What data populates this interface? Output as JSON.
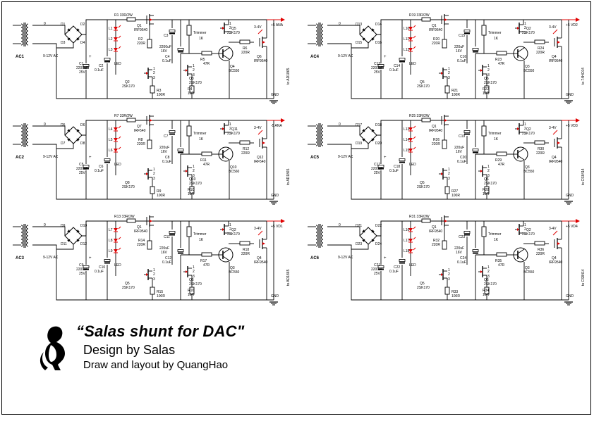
{
  "title": "“Salas shunt for DAC\"",
  "designer": "Design by Salas",
  "drawer": "Draw and layout by QuangHao",
  "blocks": [
    {
      "ac": "AC1",
      "d": [
        "D1",
        "D2",
        "D3",
        "D4"
      ],
      "c1": "C1",
      "c2": "C2",
      "r1": "R1 33R/2W",
      "q1": "Q1",
      "q1t": "IRF9540",
      "leds": [
        "L1",
        "L2",
        "L3"
      ],
      "r2": "R2",
      "c3": "C3",
      "c3v": "2200uF",
      "c3u": "16V",
      "c4": "C4",
      "c4v": "0.1uF",
      "q5": "Q5",
      "q5t": "2SK170",
      "r6": "R6",
      "q6": "Q6",
      "q6t": "IRF9540",
      "r5": "R5",
      "q4": "Q4",
      "q4t": "BC550",
      "q2": "Q2",
      "q2t": "2SK170",
      "q3": "Q3",
      "q3t": "2SK170",
      "r3": "R3",
      "r3v": "100R",
      "r4": "R4",
      "r4v": "10R",
      "rail": "+5 ANA",
      "target": "to AD1865"
    },
    {
      "ac": "AC2",
      "d": [
        "D5",
        "D6",
        "D7",
        "D8"
      ],
      "c1": "C5",
      "c2": "C6",
      "r1": "R7 33R/2W",
      "q1": "Q7",
      "q1t": "IRF540",
      "leds": [
        "L4",
        "L5",
        "L6"
      ],
      "r2": "R8",
      "c3": "C7",
      "c3v": "220uF",
      "c3u": "16V",
      "c4": "C8",
      "c4v": "0.1uF",
      "q5": "Q11",
      "q5t": "2SK170",
      "r6": "R12",
      "q6": "Q12",
      "q6t": "IRF540",
      "r5": "R11",
      "q4": "Q10",
      "q4t": "BC560",
      "q2": "Q8",
      "q2t": "2SK170",
      "q3": "Q10",
      "q3t": "2SK170",
      "r3": "R9",
      "r3v": "100R",
      "r4": "R10",
      "r4v": "10R",
      "rail": "-5 ANA",
      "target": "to AD1865"
    },
    {
      "ac": "AC3",
      "d": [
        "D9",
        "D10",
        "D11",
        "D12"
      ],
      "c1": "C9",
      "c2": "C10",
      "r1": "R13 33R/2W",
      "q1": "Q1",
      "q1t": "IRF9540",
      "leds": [
        "L7",
        "L8",
        "L9"
      ],
      "r2": "R14",
      "c3": "C11",
      "c3v": "220uF",
      "c3u": "16V",
      "c4": "C12",
      "c4v": "0.1uF",
      "q5": "Q2",
      "q5t": "2SK170",
      "r6": "R18",
      "q6": "Q4",
      "q6t": "IRF9540",
      "r5": "R17",
      "q4": "Q3",
      "q4t": "BC550",
      "q2": "Q5",
      "q2t": "2SK170",
      "q3": "Q6",
      "q3t": "2SK170",
      "r3": "R15",
      "r3v": "100R",
      "r4": "R16",
      "r4v": "10R",
      "rail": "+5 VD1",
      "target": "to AD1865"
    },
    {
      "ac": "AC4",
      "d": [
        "D13",
        "D14",
        "D15",
        "D16"
      ],
      "c1": "C13",
      "c2": "C14",
      "r1": "R19 33R/2W",
      "q1": "Q1",
      "q1t": "IRF9540",
      "leds": [
        "L10",
        "L11",
        "L12"
      ],
      "r2": "R20",
      "c3": "C15",
      "c3v": "220uF",
      "c3u": "16V",
      "c4": "C16",
      "c4v": "0.1uF",
      "q5": "Q2",
      "q5t": "2SK170",
      "r6": "R24",
      "q6": "Q4",
      "q6t": "IRF9540",
      "r5": "R23",
      "q4": "Q3",
      "q4t": "BC550",
      "q2": "Q5",
      "q2t": "2SK170",
      "q3": "Q6",
      "q3t": "2SK170",
      "r3": "R21",
      "r3v": "100R",
      "r4": "R22",
      "r4v": "10R",
      "rail": "+5 VD2",
      "target": "to 74HC04"
    },
    {
      "ac": "AC5",
      "d": [
        "D17",
        "D18",
        "D19",
        "D20"
      ],
      "c1": "C17",
      "c2": "C18",
      "r1": "R25 33R/2W",
      "q1": "Q1",
      "q1t": "IRF9540",
      "leds": [
        "L13",
        "L14",
        "L15"
      ],
      "r2": "R26",
      "c3": "C19",
      "c3v": "220uF",
      "c3u": "16V",
      "c4": "C20",
      "c4v": "0.1uF",
      "q5": "Q2",
      "q5t": "2SK170",
      "r6": "R30",
      "q6": "Q4",
      "q6t": "IRF9540",
      "r5": "R29",
      "q4": "Q3",
      "q4t": "BC550",
      "q2": "Q5",
      "q2t": "2SK170",
      "q3": "Q6",
      "q3t": "2SK170",
      "r3": "R27",
      "r3v": "100R",
      "r4": "R28",
      "r4v": "10R",
      "rail": "+5 VD3",
      "target": "to CS8414"
    },
    {
      "ac": "AC6",
      "d": [
        "D21",
        "D22",
        "D23",
        "D24"
      ],
      "c1": "C21",
      "c2": "C22",
      "r1": "R31 33R/2W",
      "q1": "Q1",
      "q1t": "IRF9540",
      "leds": [
        "L16",
        "L17",
        "L18"
      ],
      "r2": "R32",
      "c3": "C23",
      "c3v": "220uF",
      "c3u": "16V",
      "c4": "C24",
      "c4v": "0.1uF",
      "q5": "Q2",
      "q5t": "2SK170",
      "r6": "R36",
      "q6": "Q4",
      "q6t": "IRF9540",
      "r5": "R35",
      "q4": "Q3",
      "q4t": "BC550",
      "q2": "Q5",
      "q2t": "2SK170",
      "q3": "Q6",
      "q3t": "2SK170",
      "r3": "R33",
      "r3v": "100R",
      "r4": "R34",
      "r4v": "10R",
      "rail": "+5 VD4",
      "target": "to CS8414"
    }
  ],
  "common": {
    "ac_in": "9-12V AC",
    "zero": "0",
    "c1v": "2200uF",
    "c1u": "25V",
    "c2v": "0.1uF",
    "led": "LED",
    "r2v": "220R",
    "trimmer": "Trimmer",
    "trimmer_v": "1K",
    "r6v": "220R",
    "r5v": "47R",
    "volt": "3-4V",
    "gnd": "GND"
  }
}
